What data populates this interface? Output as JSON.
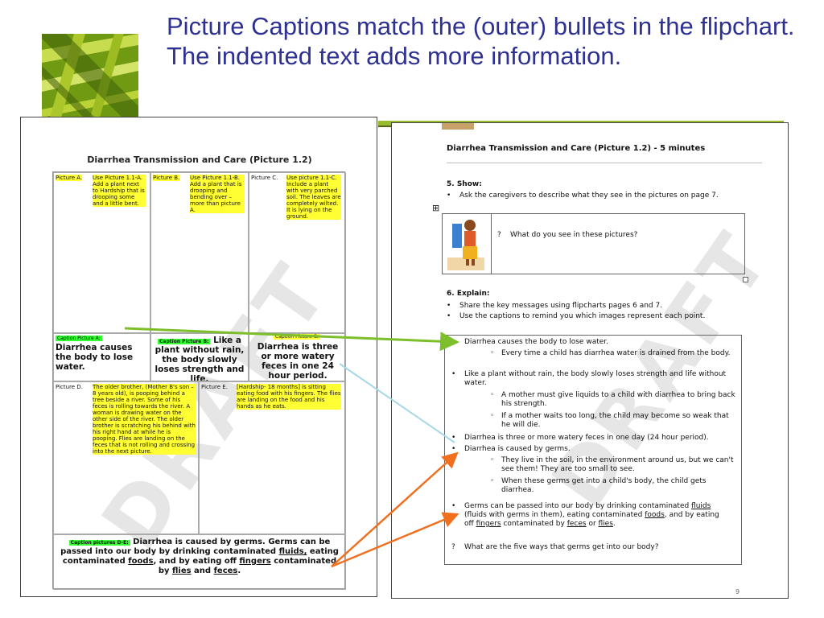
{
  "slide": {
    "title": "Picture Captions match the (outer) bullets in the flipchart.  The indented text adds more information."
  },
  "colors": {
    "title": "#2e3192",
    "accent_green": "#9bbb2f",
    "highlight_yellow": "#ffff33",
    "highlight_green": "#33ff33",
    "arrow_green": "#7dbf2a",
    "arrow_blue": "#a8d8e6",
    "arrow_orange": "#f07020"
  },
  "left_page": {
    "title": "Diarrhea Transmission and Care (Picture 1.2)",
    "watermark": "DRAFT",
    "picture_a": {
      "label": "Picture A.",
      "text": "Use Picture 1.1-A.  Add a plant next to Hardship that is drooping some and a little bent."
    },
    "picture_b": {
      "label": "Picture B.",
      "text": "Use Picture 1.1-B.  Add a plant that is drooping and bending over – more than picture A."
    },
    "picture_c": {
      "label": "Picture C.",
      "text": "Use picture 1.1-C.  Include a plant with very parched soil. The leaves are completely wilted. It is lying on the ground."
    },
    "caption_a": {
      "label": "Caption Picture A:",
      "text": "Diarrhea causes the body to lose water."
    },
    "caption_b": {
      "label": "Caption Picture B:",
      "text": "Like a plant without rain, the body slowly loses strength and life."
    },
    "caption_c": {
      "label": "Caption Picture C:",
      "text": "Diarrhea is three or more watery feces in one 24 hour period."
    },
    "picture_d": {
      "label": "Picture D.",
      "text": "The older brother, (Mother B's son – 8 years old), is pooping behind a tree beside a river. Some of his feces is rolling towards the river. A woman is drawing water on the other side of the river.  The older brother is scratching his behind with his right hand at while he is pooping.  Flies are landing on the feces that is not rolling and crossing into the next picture."
    },
    "picture_e": {
      "label": "Picture E.",
      "text": "[Hardship- 18 months] is sitting eating food with his fingers. The flies are landing on the food and his hands as he eats."
    },
    "caption_de": {
      "label": "Caption pictures D-E:",
      "t1": "Diarrhea is caused by germs.  Germs can be passed into our body by drinking contaminated ",
      "fluids": "fluids,",
      "t2": " eating contaminated ",
      "foods": "foods",
      "t3": ", and by eating off ",
      "fingers": "fingers",
      "t4": " contaminated by ",
      "flies": "flies",
      "t5": " and ",
      "feces": "feces",
      "t6": "."
    }
  },
  "right_page": {
    "heading": "Diarrhea Transmission and Care (Picture 1.2) - 5 minutes",
    "watermark": "DRAFT",
    "show": {
      "title": "5. Show:",
      "bullet": "Ask the caregivers to describe what they see in the pictures on page 7.",
      "table_handle": "⊞",
      "question_mark": "?",
      "question": "What do you see in these pictures?"
    },
    "explain": {
      "title": "6. Explain:",
      "bullets": [
        "Share the key messages using flipcharts pages 6 and 7.",
        "Use the captions to remind you which images represent each point."
      ]
    },
    "key_messages": {
      "m1": "Diarrhea causes the body to lose water.",
      "m1_sub1": "Every time a child has diarrhea water is drained from the body.",
      "m2": "Like a plant without rain, the body slowly loses strength and life without water.",
      "m2_sub1": "A mother must give liquids to a child with diarrhea to bring back his strength.",
      "m2_sub2": "If a mother waits too long, the child may become so weak that he will die.",
      "m3": "Diarrhea is three or more watery feces in one day (24 hour period).",
      "m4": "Diarrhea is caused by germs.",
      "m4_sub1": "They live in the soil, in the environment around us, but we can't see them! They are too small to see.",
      "m4_sub2": "When these germs get into a child's body, the child gets diarrhea.",
      "m5_a": "Germs can be passed into our body by drinking contaminated ",
      "m5_fluids": "fluids",
      "m5_b": " (fluids with germs in them), eating contaminated ",
      "m5_foods": "foods",
      "m5_c": ", and by eating off ",
      "m5_fingers": "fingers",
      "m5_d": " contaminated by ",
      "m5_feces": "feces",
      "m5_e": " or ",
      "m5_flies": "flies",
      "m5_f": ".",
      "question_mark": "?",
      "question": "What are the five ways that germs get into our body?"
    },
    "page_number": "9"
  }
}
